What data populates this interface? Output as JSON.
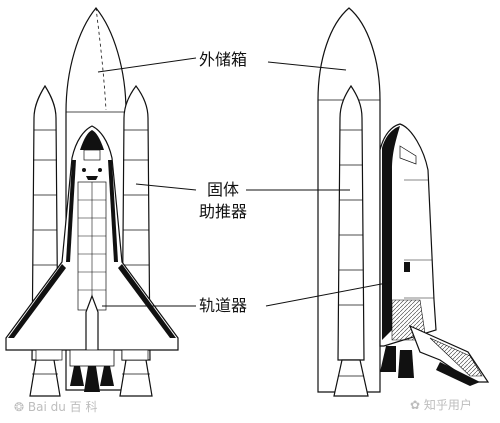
{
  "labels": {
    "external_tank": "外储箱",
    "srb_line1": "固体",
    "srb_line2": "助推器",
    "orbiter": "轨道器"
  },
  "watermarks": {
    "left": "Bai du 百 科",
    "right": "知乎用户"
  },
  "icons": {
    "watermark_left": "baidu-paw-icon",
    "watermark_right": "zhihu-logo-icon"
  },
  "colors": {
    "ink": "#111111",
    "paper": "#ffffff",
    "watermark": "#bdbdbd"
  }
}
